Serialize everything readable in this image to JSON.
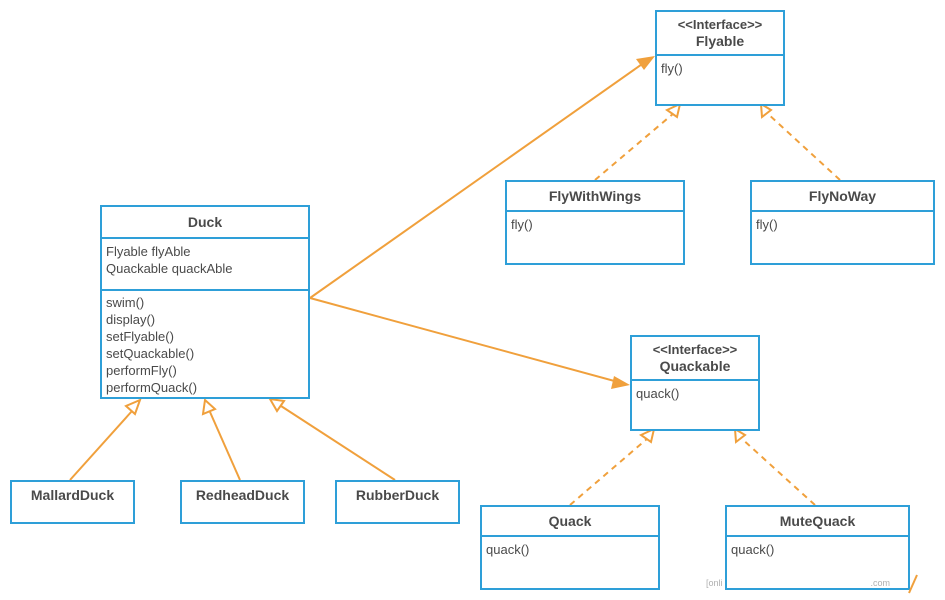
{
  "colors": {
    "border": "#2e9fd8",
    "connector": "#f0a03c",
    "text": "#4a4a4a"
  },
  "classes": {
    "flyable": {
      "stereotype": "<<Interface>>",
      "name": "Flyable",
      "methods": [
        "fly()"
      ]
    },
    "fly_with_wings": {
      "name": "FlyWithWings",
      "methods": [
        "fly()"
      ]
    },
    "fly_no_way": {
      "name": "FlyNoWay",
      "methods": [
        "fly()"
      ]
    },
    "duck": {
      "name": "Duck",
      "attributes": [
        "Flyable flyAble",
        "Quackable quackAble"
      ],
      "methods": [
        "swim()",
        "display()",
        "setFlyable()",
        "setQuackable()",
        "performFly()",
        "performQuack()"
      ]
    },
    "quackable": {
      "stereotype": "<<Interface>>",
      "name": "Quackable",
      "methods": [
        "quack()"
      ]
    },
    "mallard_duck": {
      "name": "MallardDuck"
    },
    "redhead_duck": {
      "name": "RedheadDuck"
    },
    "rubber_duck": {
      "name": "RubberDuck"
    },
    "quack": {
      "name": "Quack",
      "methods": [
        "quack()"
      ]
    },
    "mute_quack": {
      "name": "MuteQuack",
      "methods": [
        "quack()"
      ]
    }
  },
  "relationships": [
    {
      "from": "duck",
      "to": "flyable",
      "type": "association"
    },
    {
      "from": "duck",
      "to": "quackable",
      "type": "association"
    },
    {
      "from": "fly_with_wings",
      "to": "flyable",
      "type": "realization"
    },
    {
      "from": "fly_no_way",
      "to": "flyable",
      "type": "realization"
    },
    {
      "from": "quack",
      "to": "quackable",
      "type": "realization"
    },
    {
      "from": "mute_quack",
      "to": "quackable",
      "type": "realization"
    },
    {
      "from": "mallard_duck",
      "to": "duck",
      "type": "generalization"
    },
    {
      "from": "redhead_duck",
      "to": "duck",
      "type": "generalization"
    },
    {
      "from": "rubber_duck",
      "to": "duck",
      "type": "generalization"
    }
  ],
  "watermark": {
    "left": "[onli",
    "right": ".com"
  }
}
